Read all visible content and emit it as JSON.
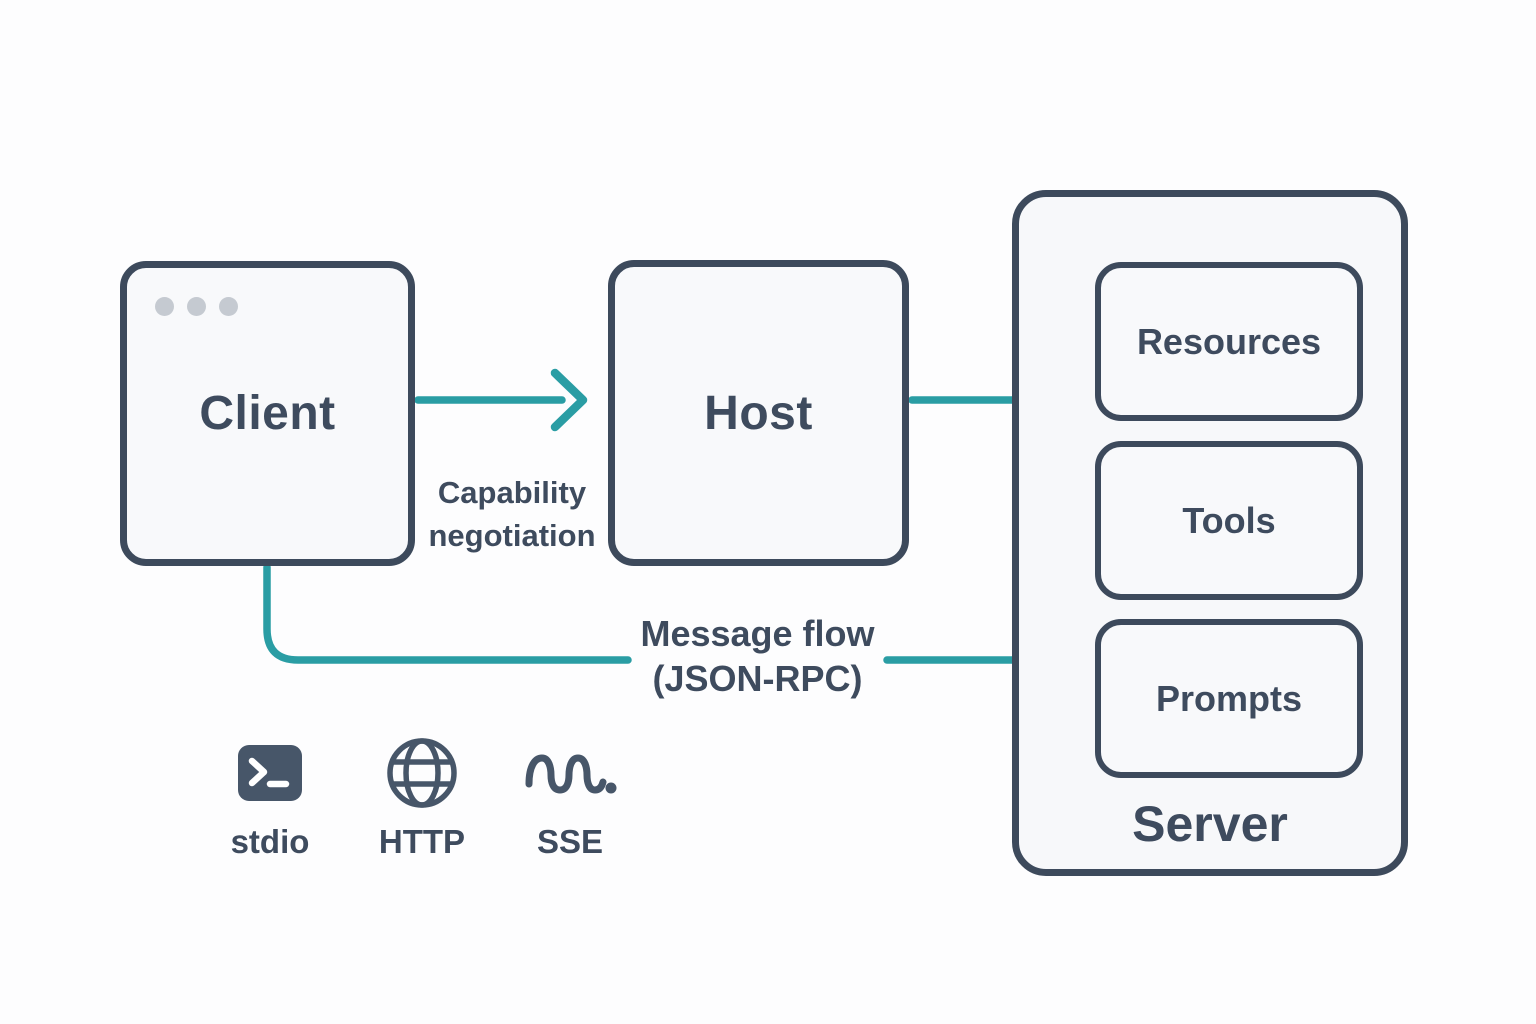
{
  "colors": {
    "accent_teal": "#2a9da4",
    "node_border": "#3d4a5c",
    "text_color": "#3e4b5e",
    "node_fill": "#f8f9fb",
    "dot_color": "#c5cad1",
    "icon_slate": "#475669"
  },
  "nodes": {
    "client": {
      "label": "Client"
    },
    "host": {
      "label": "Host"
    },
    "server": {
      "label": "Server",
      "children": [
        {
          "label": "Resources"
        },
        {
          "label": "Tools"
        },
        {
          "label": "Prompts"
        }
      ]
    }
  },
  "edges": {
    "capability": {
      "line1": "Capability",
      "line2": "negotiation"
    },
    "message_flow": {
      "line1": "Message flow",
      "line2": "(JSON-RPC)"
    }
  },
  "transports": [
    {
      "icon": "terminal-icon",
      "label": "stdio"
    },
    {
      "icon": "globe-icon",
      "label": "HTTP"
    },
    {
      "icon": "waves-icon",
      "label": "SSE"
    }
  ]
}
